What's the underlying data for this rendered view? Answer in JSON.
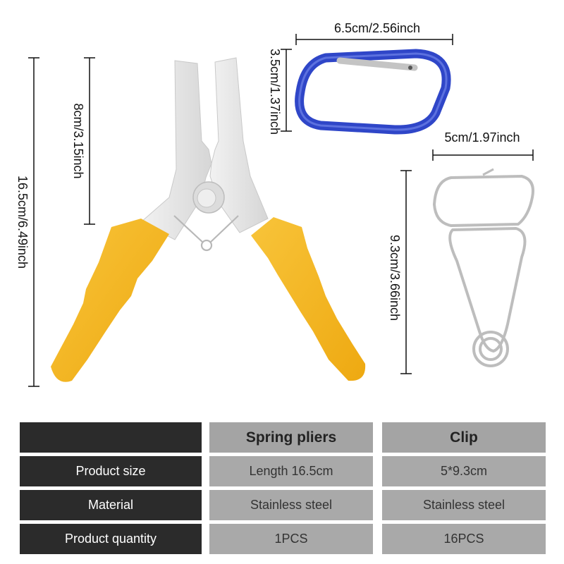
{
  "dimensions": {
    "pliers_total_length": "16.5cm/6.49inch",
    "pliers_jaw_length": "8cm/3.15inch",
    "carabiner_width": "6.5cm/2.56inch",
    "carabiner_height": "3.5cm/1.37inch",
    "clip_width": "5cm/1.97inch",
    "clip_height": "9.3cm/3.66inch"
  },
  "colors": {
    "handle": "#f5b81f",
    "jaw": "#e3e3e3",
    "carabiner": "#2f46c8",
    "table_dark": "#2b2b2b",
    "table_light": "#a9a9a9"
  },
  "table": {
    "headers": [
      "",
      "Spring pliers",
      "Clip"
    ],
    "rows": [
      {
        "label": "Product size",
        "pliers": "Length 16.5cm",
        "clip": "5*9.3cm"
      },
      {
        "label": "Material",
        "pliers": "Stainless steel",
        "clip": "Stainless steel"
      },
      {
        "label": "Product quantity",
        "pliers": "1PCS",
        "clip": "16PCS"
      }
    ]
  }
}
